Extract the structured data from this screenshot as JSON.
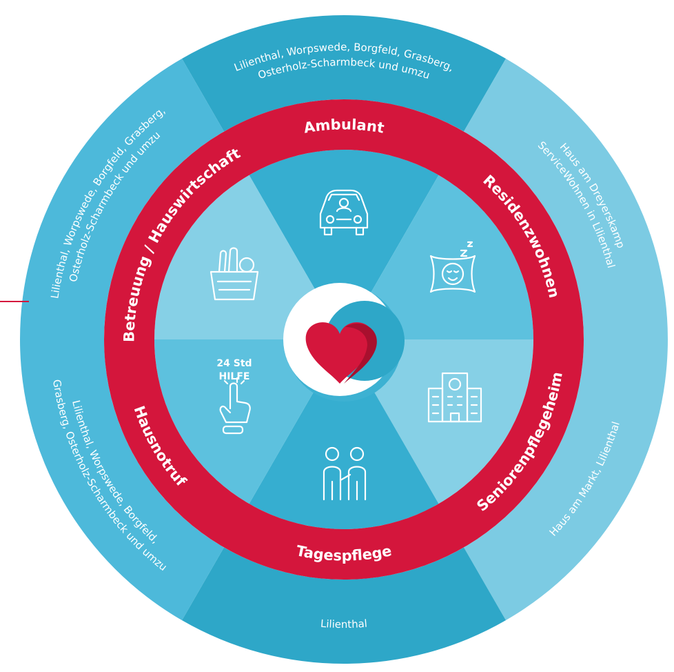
{
  "colors": {
    "outer_light": "#7ccbe3",
    "outer_mid": "#4db9da",
    "outer_dark": "#2ea7c8",
    "inner_light": "#86d0e6",
    "inner_mid": "#5dc1de",
    "inner_dark": "#36aed0",
    "ring": "#d4163c",
    "heart": "#d4163c",
    "heart_shade": "#a8102e",
    "white": "#ffffff"
  },
  "services": [
    {
      "id": "ambulant",
      "label": "Ambulant",
      "locations": [
        "Lilienthal, Worpswede, Borgfeld, Grasberg,",
        "Osterholz-Scharmbeck und umzu"
      ],
      "icon": "car-with-driver-icon"
    },
    {
      "id": "residenzwohnen",
      "label": "Residenzwohnen",
      "locations": [
        "Haus am Dreyerskamp",
        "ServiceWohnen in Lilienthal"
      ],
      "icon": "sleeping-face-pillow-icon"
    },
    {
      "id": "seniorenpflegeheim",
      "label": "Seniorenpflegeheim",
      "locations": [
        "Haus am Markt, Lilienthal"
      ],
      "icon": "care-home-building-icon"
    },
    {
      "id": "tagespflege",
      "label": "Tagespflege",
      "locations": [
        "Lilienthal"
      ],
      "icon": "two-people-support-icon"
    },
    {
      "id": "hausnotruf",
      "label": "Hausnotruf",
      "locations": [
        "Lilienthal, Worpswede, Borgfeld,",
        "Grasberg, Osterholz-Scharmbeck und umzu"
      ],
      "icon": "emergency-button-hand-icon",
      "badge": [
        "24 Std",
        "HILFE"
      ]
    },
    {
      "id": "betreuung",
      "label": "Betreuung / Hauswirtschaft",
      "locations": [
        "Lilienthal, Worpswede, Borgfeld, Grasberg,",
        "Osterholz-Scharmbeck und umzu"
      ],
      "icon": "shopping-basket-icon"
    }
  ],
  "center_logo": "heart-logo-icon"
}
